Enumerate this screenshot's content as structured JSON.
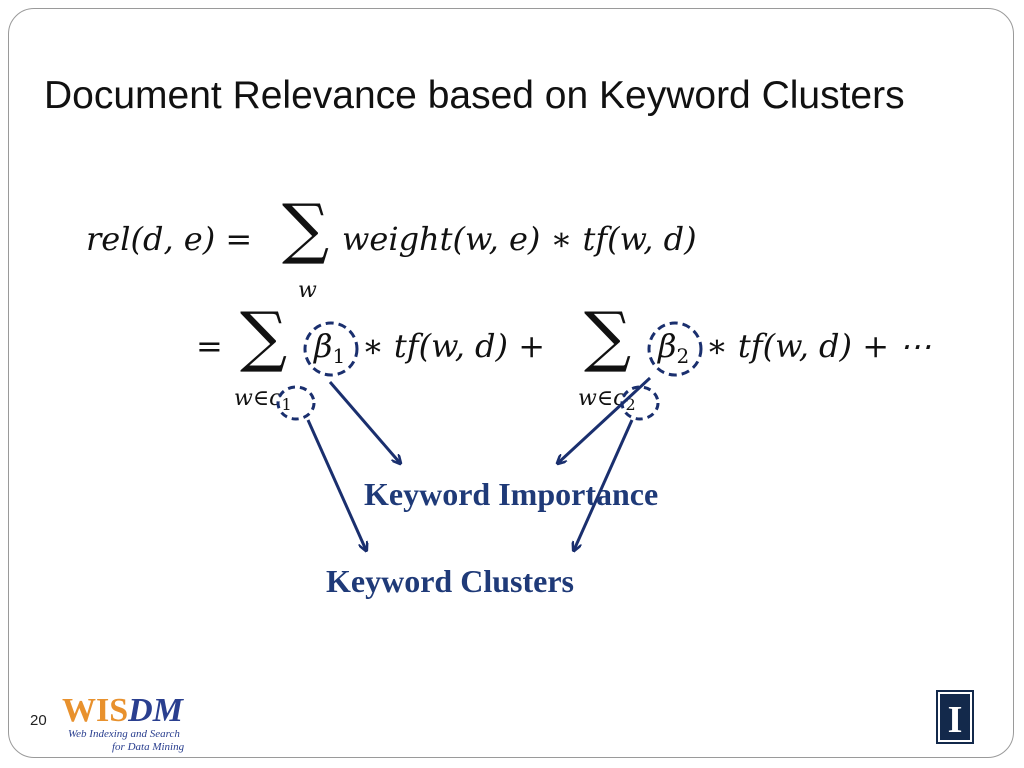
{
  "slide": {
    "title": "Document Relevance based on Keyword Clusters",
    "page_number": "20"
  },
  "equation": {
    "line1_lhs": "rel(d, e) =",
    "line1_sum_sub": "w",
    "line1_rhs": "weight(w, e) ∗ tf(w, d)",
    "line2_eq": "=",
    "term1_sub": "w∈c",
    "term1_sub_index": "1",
    "term1_beta": "β",
    "term1_beta_index": "1",
    "term1_rest": "∗ tf(w, d) +",
    "term2_sub": "w∈c",
    "term2_sub_index": "2",
    "term2_beta": "β",
    "term2_beta_index": "2",
    "term2_rest": "∗ tf(w, d) + ⋯"
  },
  "annotations": {
    "keyword_importance": "Keyword Importance",
    "keyword_clusters": "Keyword Clusters"
  },
  "footer": {
    "logo_text_a": "WIS",
    "logo_text_b": "DM",
    "logo_tagline_1": "Web Indexing and Search",
    "logo_tagline_2": "for Data Mining",
    "emblem_letter": "I"
  },
  "colors": {
    "annotation": "#1f3a78",
    "arrow": "#1a2f6e",
    "logo_orange": "#e8912d",
    "logo_blue": "#2a3f8f"
  }
}
